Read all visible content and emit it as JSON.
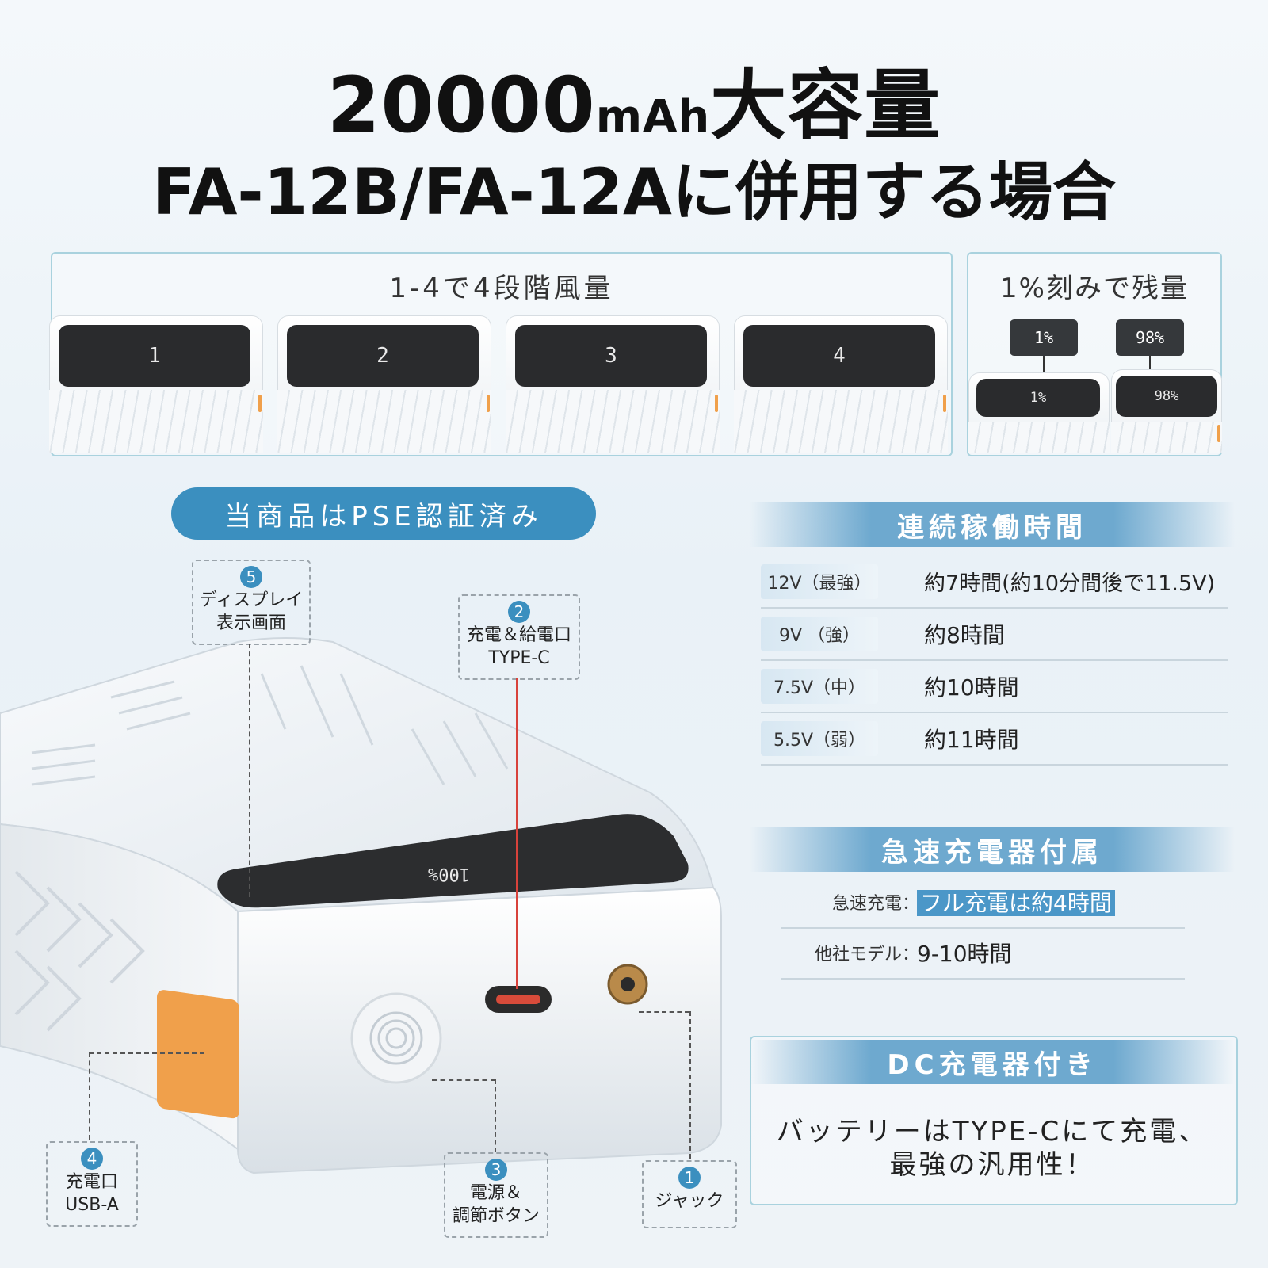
{
  "headline": {
    "capacity_number": "20000",
    "capacity_unit": "mAh",
    "capacity_suffix": "大容量",
    "line2": "FA-12B/FA-12Aに併用する場合"
  },
  "wind_panel": {
    "title": "1-4で4段階風量",
    "levels": [
      "1",
      "2",
      "3",
      "4"
    ]
  },
  "battery_panel": {
    "title": "1%刻みで残量",
    "readings": [
      "1%",
      "98%"
    ]
  },
  "pse_badge": "当商品はPSE認証済み",
  "device": {
    "display_reading": "100%"
  },
  "callouts": [
    {
      "num": "5",
      "line1": "ディスプレイ",
      "line2": "表示画面"
    },
    {
      "num": "2",
      "line1": "充電＆給電口",
      "line2": "TYPE-C"
    },
    {
      "num": "4",
      "line1": "充電口",
      "line2": "USB-A"
    },
    {
      "num": "3",
      "line1": "電源＆",
      "line2": "調節ボタン"
    },
    {
      "num": "1",
      "line1": "ジャック",
      "line2": ""
    }
  ],
  "runtime": {
    "title": "連続稼働時間",
    "rows": [
      {
        "label": "12V（最強）",
        "value": "約7時間(約10分間後で11.5V)"
      },
      {
        "label": "9V （強）",
        "value": "約8時間"
      },
      {
        "label": "7.5V（中）",
        "value": "約10時間"
      },
      {
        "label": "5.5V（弱）",
        "value": "約11時間"
      }
    ]
  },
  "quick_charge": {
    "title": "急速充電器付属",
    "rows": [
      {
        "label": "急速充電：",
        "value": "フル充電は約4時間"
      },
      {
        "label": "他社モデル：",
        "value": "9-10時間"
      }
    ]
  },
  "dc_charger": {
    "title": "DC充電器付き",
    "line1": "バッテリーはTYPE-Cにて充電、",
    "line2": "最強の汎用性！"
  },
  "colors": {
    "accent": "#3b8fbf",
    "title_band": "#6ea9cf",
    "panel_border": "#a9d2de",
    "orange": "#f0a04b",
    "screen": "#2a2b2d"
  }
}
